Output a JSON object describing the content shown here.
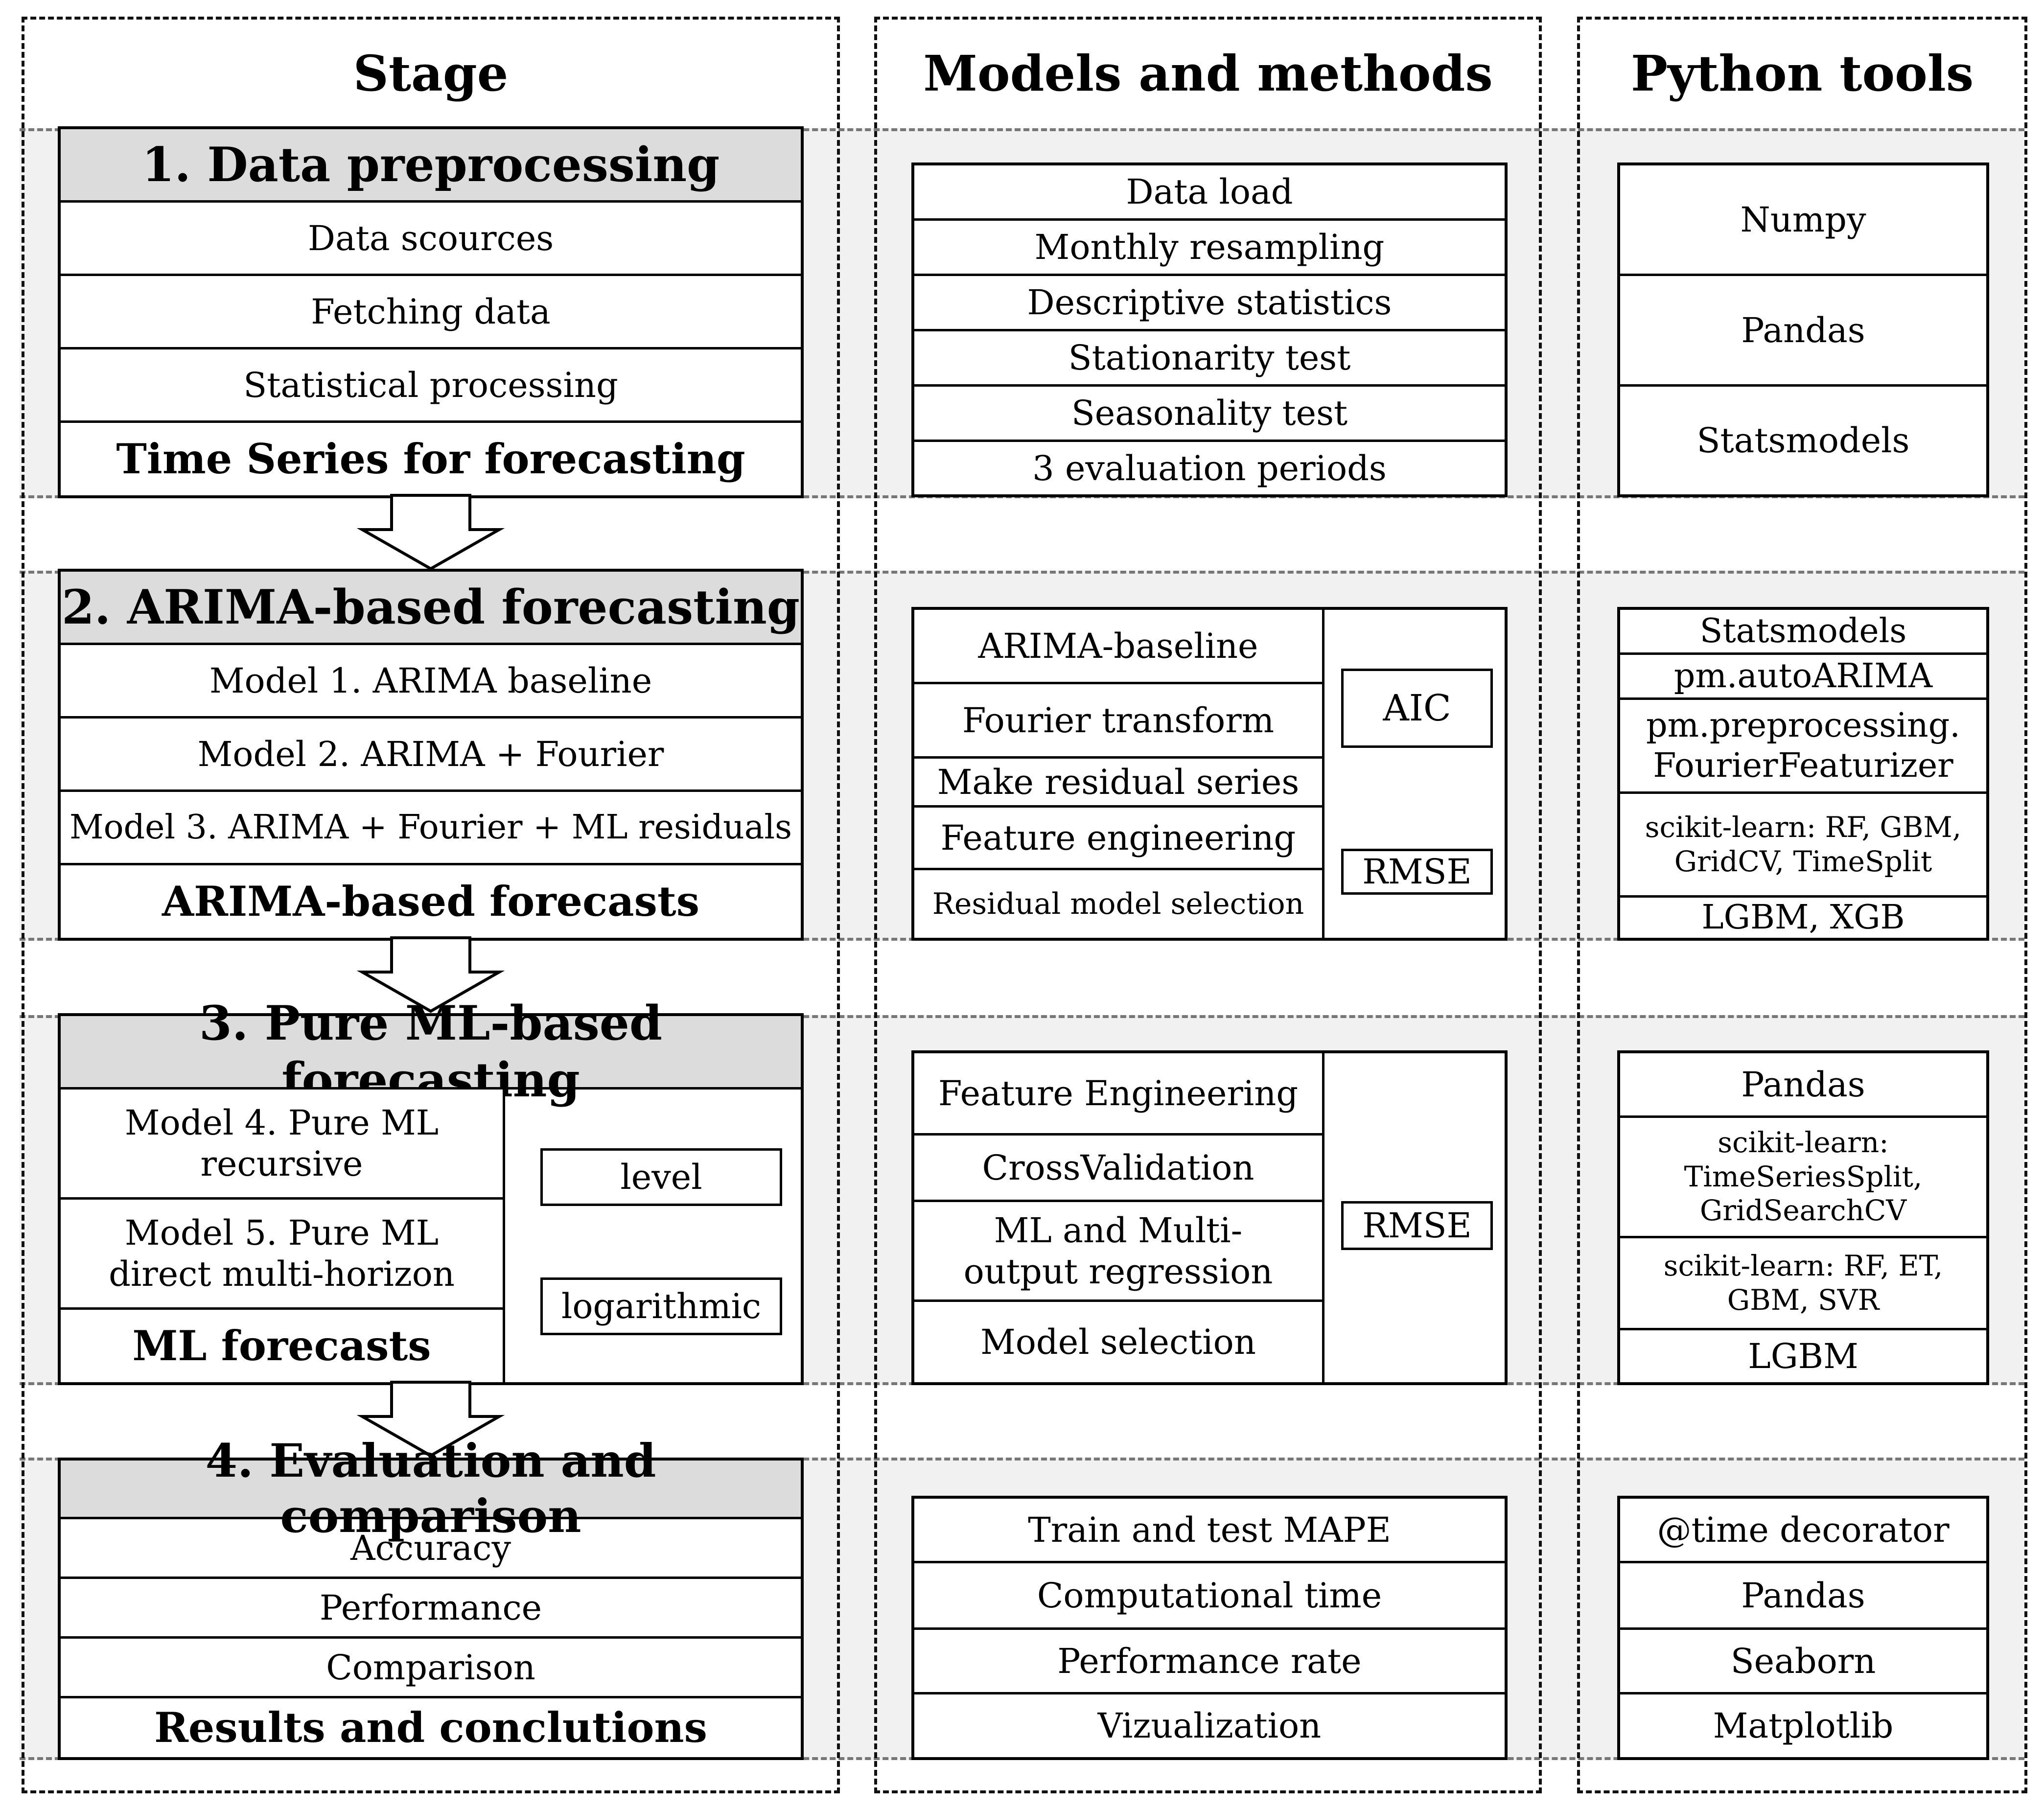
{
  "headers": {
    "stage": "Stage",
    "models": "Models and methods",
    "tools": "Python tools"
  },
  "stage1": {
    "title": "1. Data preprocessing",
    "items": [
      "Data scources",
      "Fetching data",
      "Statistical processing"
    ],
    "result": "Time Series for forecasting"
  },
  "stage2": {
    "title": "2. ARIMA-based forecasting",
    "items": [
      "Model 1. ARIMA baseline",
      "Model 2. ARIMA + Fourier",
      "Model 3. ARIMA + Fourier + ML residuals"
    ],
    "result": "ARIMA-based forecasts"
  },
  "stage3": {
    "title": "3. Pure ML-based forecasting",
    "items": [
      "Model 4. Pure ML recursive",
      "Model 5. Pure ML direct multi-horizon"
    ],
    "result": "ML forecasts",
    "scales": [
      "level",
      "logarithmic"
    ]
  },
  "stage4": {
    "title": "4. Evaluation and comparison",
    "items": [
      "Accuracy",
      "Performance",
      "Comparison"
    ],
    "result": "Results and conclutions"
  },
  "methods1": [
    "Data load",
    "Monthly resampling",
    "Descriptive statistics",
    "Stationarity test",
    "Seasonality test",
    "3 evaluation periods"
  ],
  "methods2": {
    "items": [
      "ARIMA-baseline",
      "Fourier transform",
      "Make residual series",
      "Feature engineering",
      "Residual model selection"
    ],
    "metrics": [
      "AIC",
      "RMSE"
    ]
  },
  "methods3": {
    "items": [
      "Feature Engineering",
      "CrossValidation",
      "ML and  Multi-output regression",
      "Model selection"
    ],
    "metrics": [
      "RMSE"
    ]
  },
  "methods4": [
    "Train and test MAPE",
    "Computational time",
    "Performance rate",
    "Vizualization"
  ],
  "tools1": [
    "Numpy",
    "Pandas",
    "Statsmodels"
  ],
  "tools2": [
    "Statsmodels",
    "pm.autoARIMA",
    "pm.preprocessing. FourierFeaturizer",
    "scikit-learn: RF, GBM, GridCV, TimeSplit",
    "LGBM, XGB"
  ],
  "tools3": [
    "Pandas",
    "scikit-learn: TimeSeriesSplit, GridSearchCV",
    "scikit-learn: RF, ET, GBM, SVR",
    "LGBM"
  ],
  "tools4": [
    "@time decorator",
    "Pandas",
    "Seaborn",
    "Matplotlib"
  ]
}
